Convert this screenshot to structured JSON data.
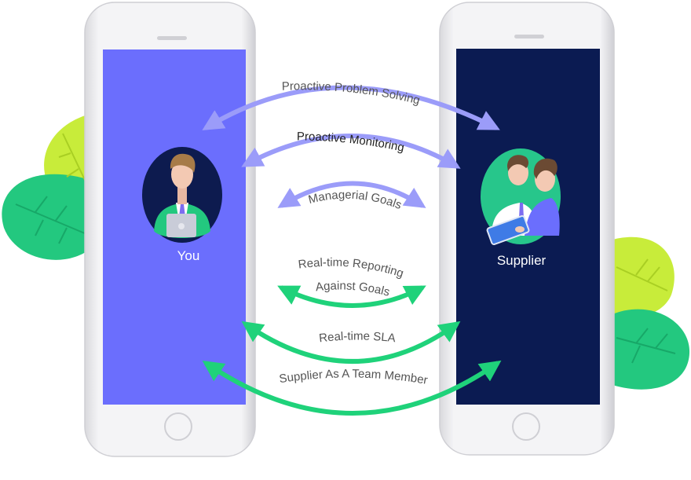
{
  "left_phone": {
    "label": "You",
    "screen_color": "#6b6efd",
    "avatar_bg": "#0d1b4f"
  },
  "right_phone": {
    "label": "Supplier",
    "screen_color": "#0b1b52",
    "avatar_bg": "#27c68b"
  },
  "connections": {
    "proactive_problem_solving": "Proactive Problem Solving",
    "proactive_monitoring": "Proactive Monitoring",
    "managerial_goals": "Managerial Goals",
    "realtime_reporting_line1": "Real-time Reporting",
    "realtime_reporting_line2": "Against Goals",
    "realtime_sla": "Real-time SLA",
    "supplier_team_member": "Supplier As A Team Member"
  },
  "colors": {
    "purple_arrow": "#9b9cf9",
    "green_arrow": "#1fd27a",
    "leaf_lime": "#c8ec3a",
    "leaf_green": "#23c87f"
  }
}
